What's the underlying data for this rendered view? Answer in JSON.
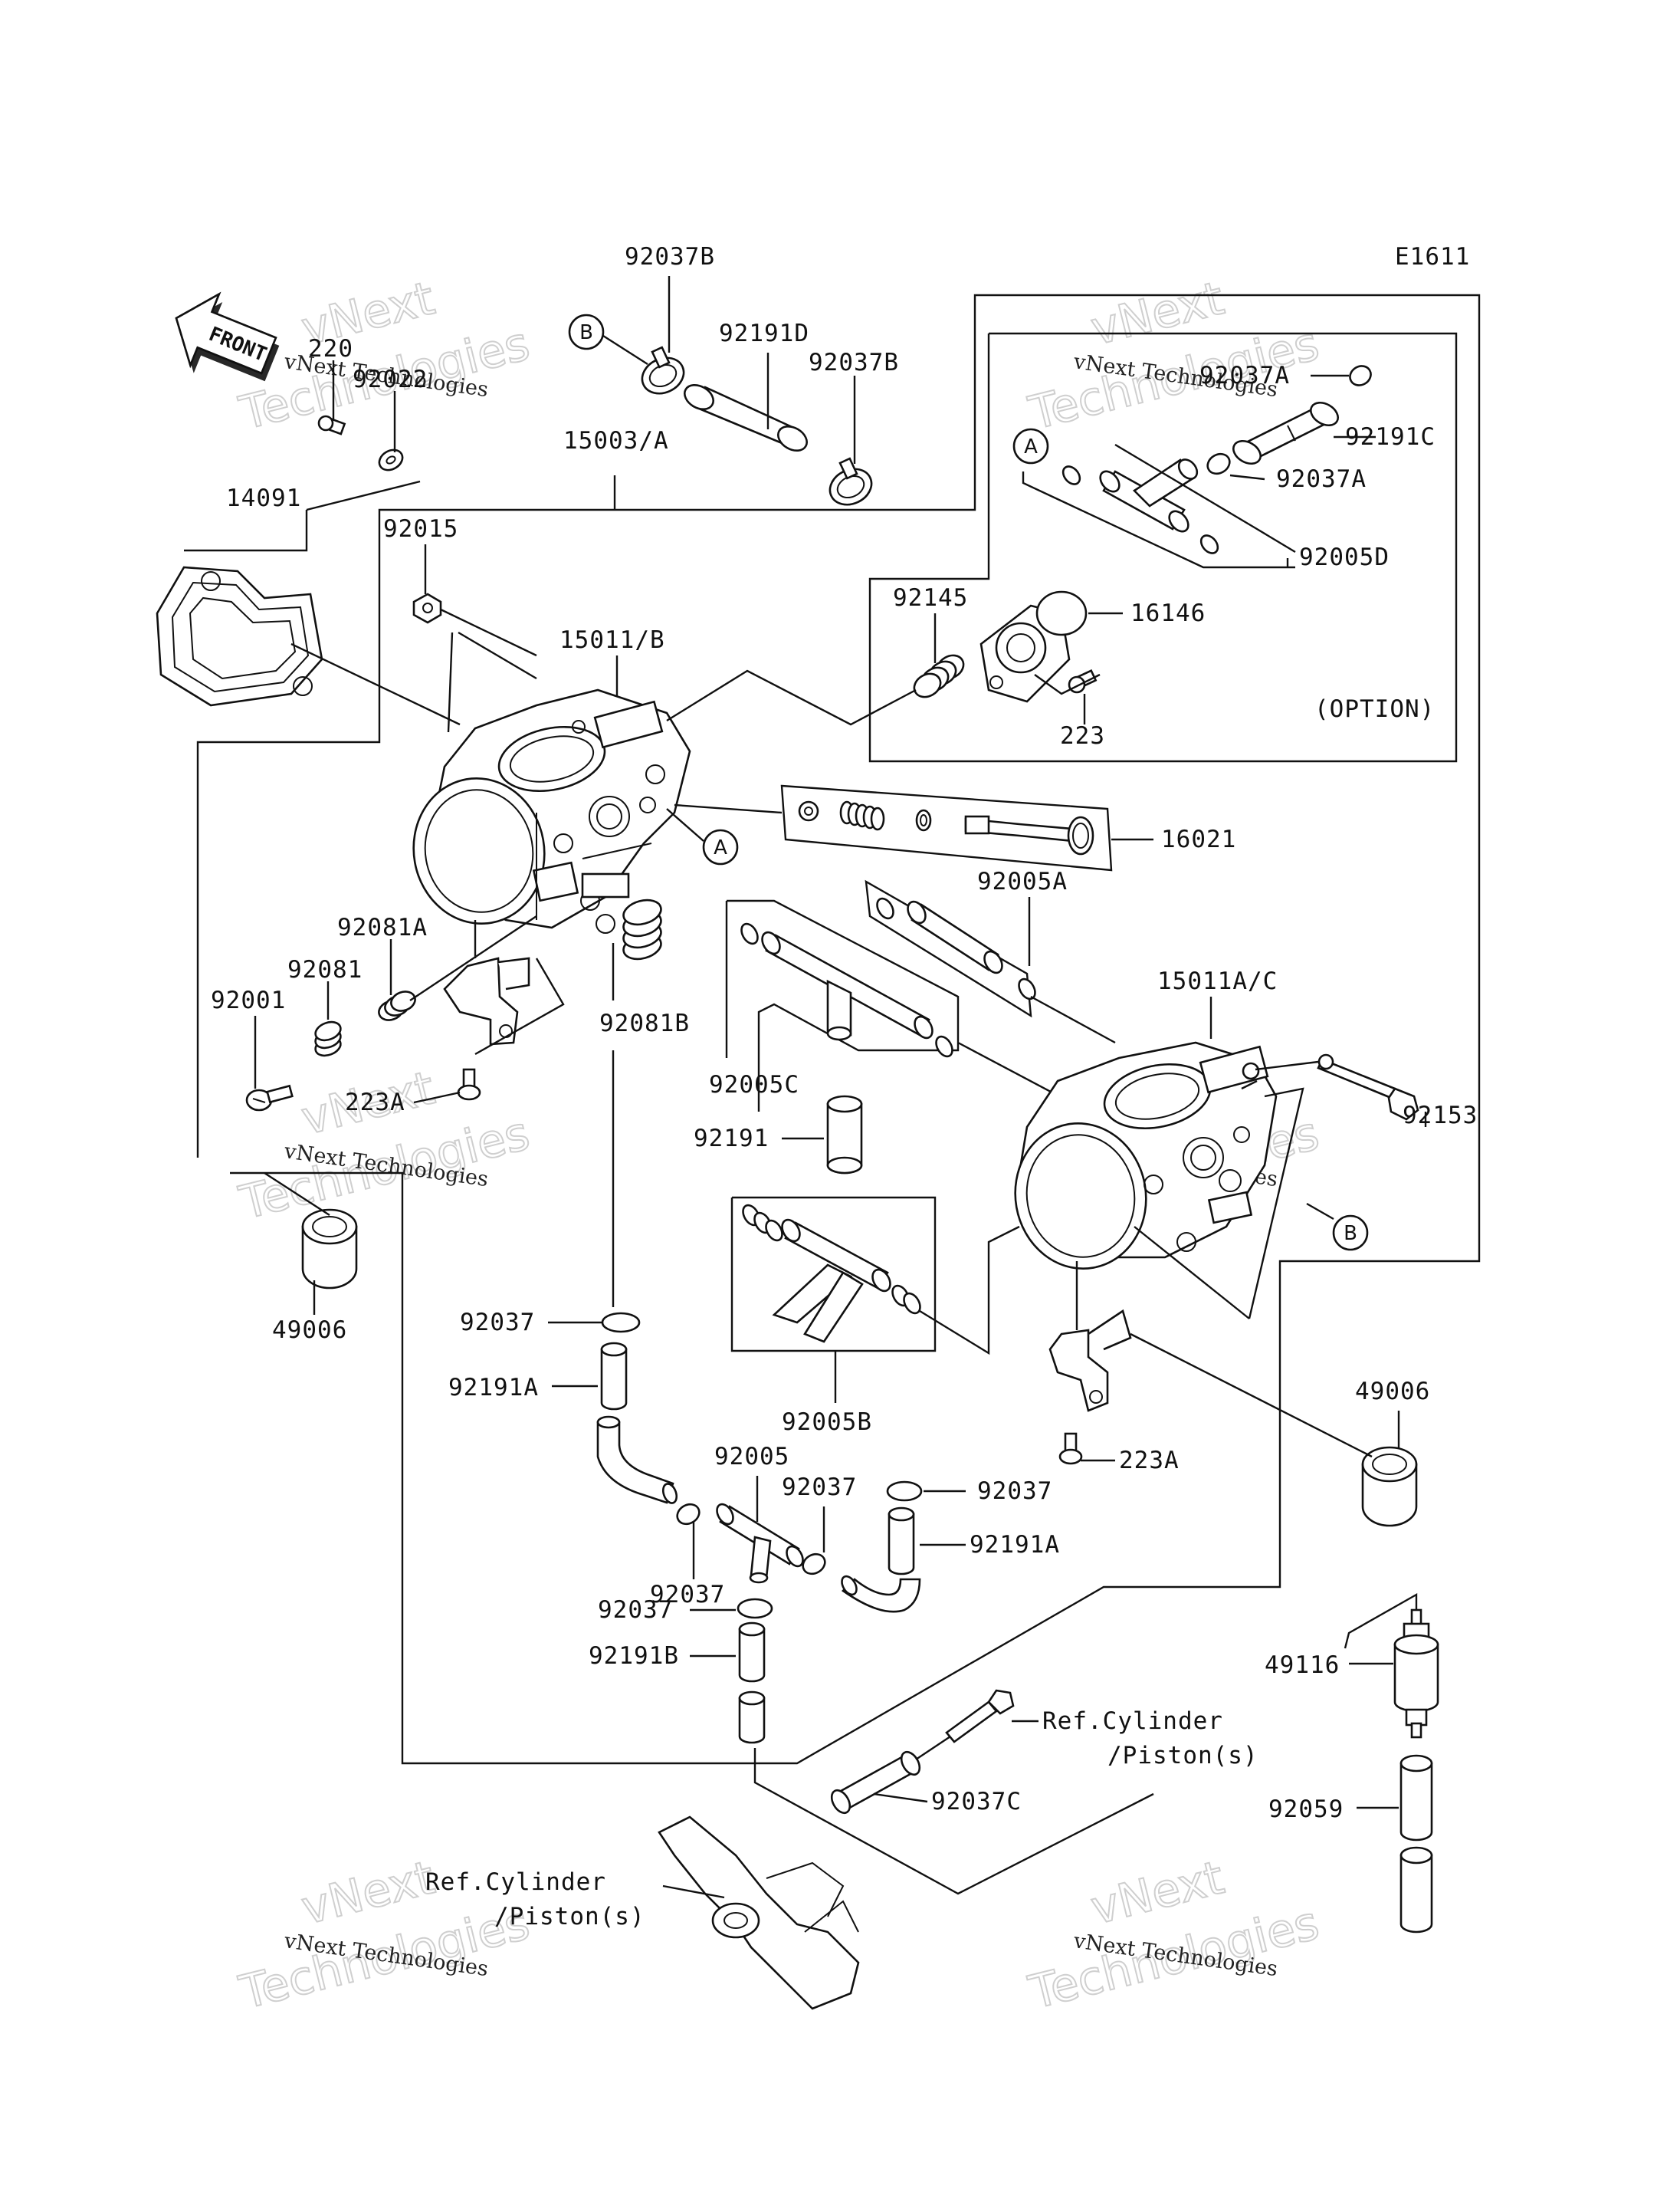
{
  "diagram": {
    "id_code": "E1611",
    "front_label": "FRONT",
    "option_label": "(OPTION)",
    "watermark": {
      "line1": "vNext Technologies",
      "line2": "vNext",
      "line3": "Technologies"
    },
    "callouts": {
      "A": "A",
      "B": "B"
    },
    "labels": {
      "p92037B_top": "92037B",
      "p92191D": "92191D",
      "p92037B_mid": "92037B",
      "p15003A": "15003/A",
      "p220": "220",
      "p92022": "92022",
      "p14091": "14091",
      "p92015": "92015",
      "p15011B": "15011/B",
      "p92037A_top": "92037A",
      "p92191C": "92191C",
      "p92037A": "92037A",
      "p92005D": "92005D",
      "p92145": "92145",
      "p16146": "16146",
      "p223": "223",
      "p16021": "16021",
      "p92005A": "92005A",
      "p92081A": "92081A",
      "p92081": "92081",
      "p92001": "92001",
      "p92081B": "92081B",
      "p15011AC": "15011A/C",
      "p223A_left": "223A",
      "p92005C": "92005C",
      "p92191": "92191",
      "p92153": "92153",
      "p49006_left": "49006",
      "p92037_l": "92037",
      "p92191A_l": "92191A",
      "p92005B": "92005B",
      "p49006_right": "49006",
      "p223A_right": "223A",
      "p92005": "92005",
      "p92037_m": "92037",
      "p92037_r": "92037",
      "p92191A_r": "92191A",
      "p92037_b": "92037",
      "p92037_bl": "92037",
      "p92191B": "92191B",
      "p49116": "49116",
      "ref_cyl_top1": "Ref.Cylinder",
      "ref_cyl_top2": "/Piston(s)",
      "p92037C": "92037C",
      "p92059": "92059",
      "ref_cyl_bot1": "Ref.Cylinder",
      "ref_cyl_bot2": "/Piston(s)"
    }
  }
}
